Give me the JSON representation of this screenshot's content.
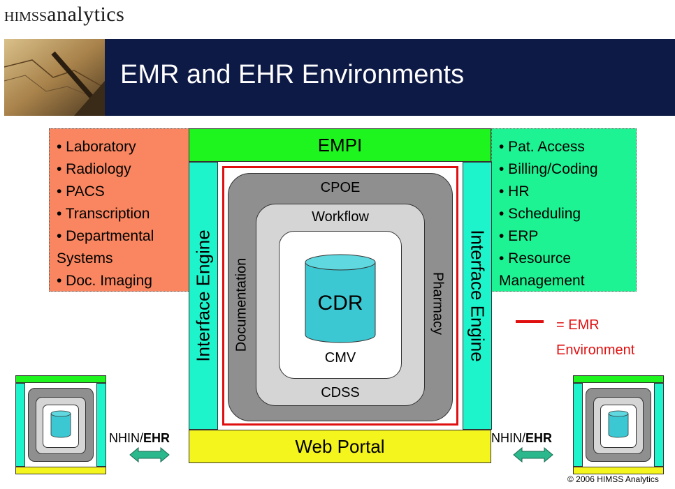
{
  "logo": {
    "small": "HIMSS",
    "main": "analytics"
  },
  "slide": {
    "title": "EMR and EHR Environments"
  },
  "left_departments": [
    "• Laboratory",
    "• Radiology",
    "• PACS",
    "• Transcription",
    "• Departmental",
    "Systems",
    "• Doc. Imaging"
  ],
  "right_departments": [
    "• Pat. Access",
    "• Billing/Coding",
    "• HR",
    "• Scheduling",
    "• ERP",
    "• Resource",
    "Management"
  ],
  "top_bar": "EMPI",
  "bottom_bar": "Web Portal",
  "interface_engine_left": "Interface Engine",
  "interface_engine_right": "Interface Engine",
  "rings": {
    "outer_top": "CPOE",
    "outer_bottom": "CDSS",
    "outer_left": "Documentation",
    "outer_right": "Pharmacy",
    "middle_top": "Workflow",
    "inner_bottom": "CMV",
    "core": "CDR"
  },
  "legend": {
    "line1": "= EMR",
    "line2": "Environment"
  },
  "nhin_left": {
    "prefix": "NHIN/",
    "bold": "EHR"
  },
  "nhin_right": {
    "prefix": "NHIN/",
    "bold": "EHR"
  },
  "copyright": "© 2006 HIMSS Analytics",
  "colors": {
    "banner": "#0e1a46",
    "left_panel": "#f98660",
    "right_panel": "#1ef393",
    "empi": "#1ef51e",
    "interface": "#1ef4cc",
    "portal": "#f5f51e",
    "emr_border": "#e01010",
    "cylinder": "#3cc8d2",
    "arrow": "#2ab88c"
  }
}
